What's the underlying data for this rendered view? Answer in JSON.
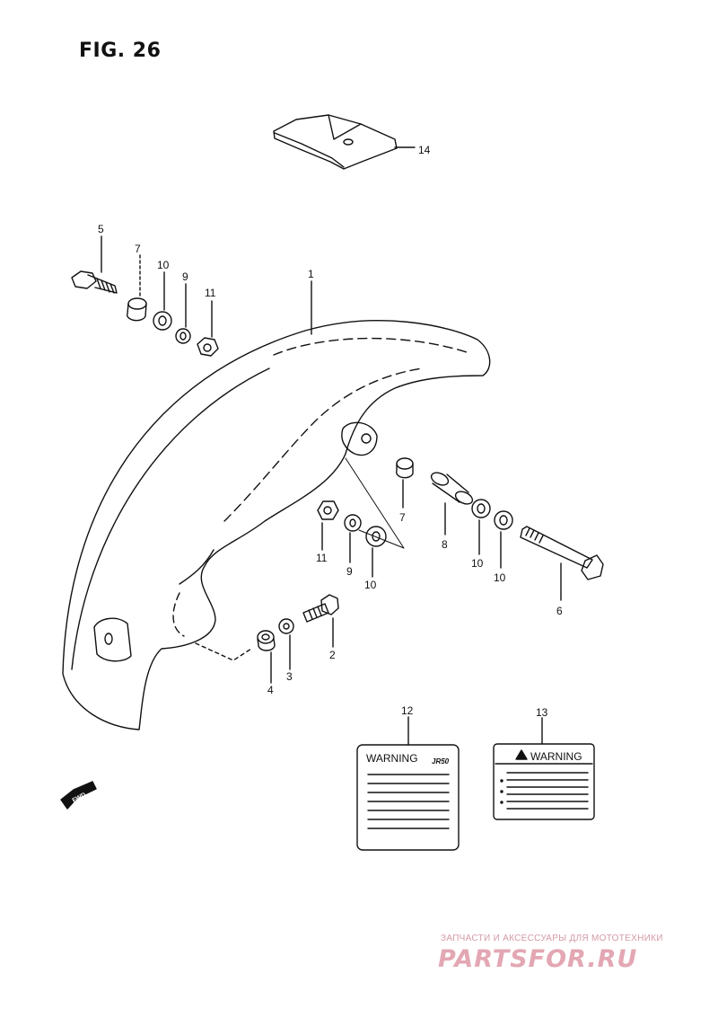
{
  "figure": {
    "title": "FIG. 26"
  },
  "callouts": [
    {
      "number": "1"
    },
    {
      "number": "2"
    },
    {
      "number": "3"
    },
    {
      "number": "4"
    },
    {
      "number": "5"
    },
    {
      "number": "6"
    },
    {
      "number": "7"
    },
    {
      "number": "7"
    },
    {
      "number": "8"
    },
    {
      "number": "9"
    },
    {
      "number": "9"
    },
    {
      "number": "10"
    },
    {
      "number": "10"
    },
    {
      "number": "10"
    },
    {
      "number": "10"
    },
    {
      "number": "11"
    },
    {
      "number": "11"
    },
    {
      "number": "12"
    },
    {
      "number": "13"
    },
    {
      "number": "14"
    }
  ],
  "labels": {
    "label_12": {
      "title": "WARNING",
      "code": "JR50"
    },
    "label_13": {
      "title": "WARNING"
    }
  },
  "direction_arrow": {
    "text": "FWD"
  },
  "watermark": {
    "caption": "ЗАПЧАСТИ И АКСЕССУАРЫ ДЛЯ МОТОТЕХНИКИ",
    "logo": "PARTSFOR.RU"
  }
}
